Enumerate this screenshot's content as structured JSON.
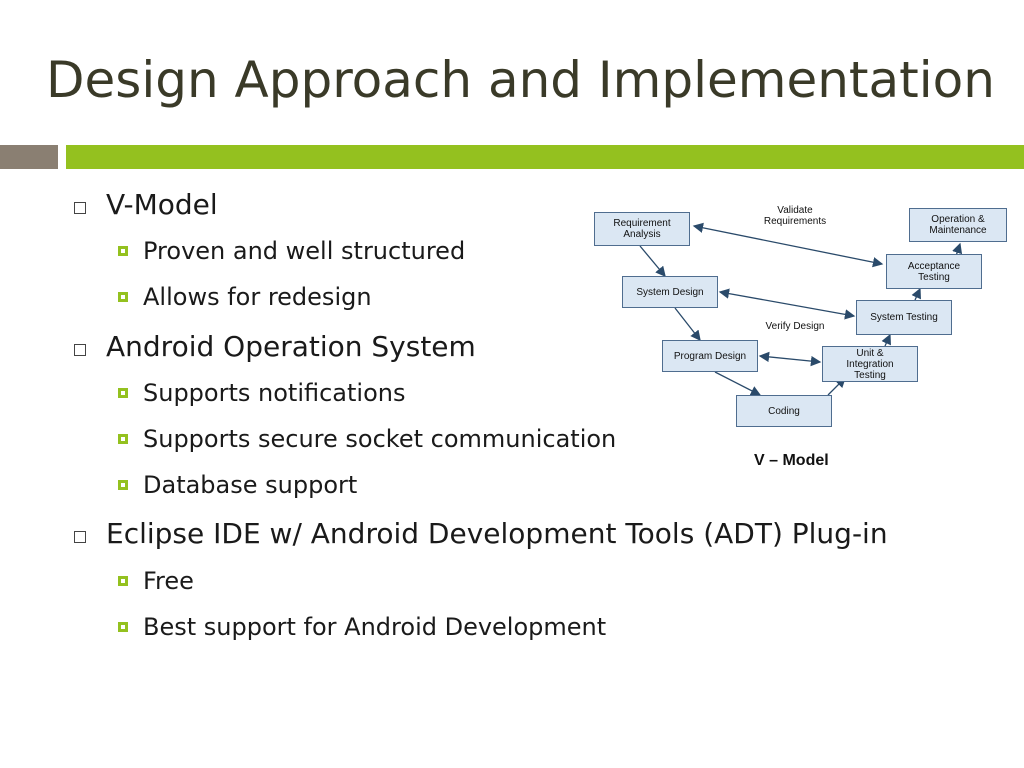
{
  "slide": {
    "title": "Design Approach and Implementation",
    "accent_color": "#94c11f",
    "secondary_color": "#8a7f72"
  },
  "bullets": [
    {
      "text": "V-Model",
      "subs": [
        "Proven and well structured",
        "Allows for redesign"
      ]
    },
    {
      "text": "Android Operation System",
      "subs": [
        "Supports notifications",
        "Supports secure socket communication",
        "Database support"
      ]
    },
    {
      "text": "Eclipse IDE w/ Android Development Tools (ADT) Plug-in",
      "subs": [
        "Free",
        "Best support for Android Development"
      ]
    }
  ],
  "diagram": {
    "nodes": {
      "requirement_analysis": "Requirement\nAnalysis",
      "system_design": "System Design",
      "program_design": "Program Design",
      "coding": "Coding",
      "unit_integration_testing": "Unit &\nIntegration\nTesting",
      "system_testing": "System Testing",
      "acceptance_testing": "Acceptance\nTesting",
      "operation_maintenance": "Operation &\nMaintenance"
    },
    "labels": {
      "validate_requirements": "Validate\nRequirements",
      "verify_design": "Verify Design"
    },
    "caption": "V – Model",
    "node_fill": "#dbe7f3",
    "node_border": "#4f6d8f"
  }
}
